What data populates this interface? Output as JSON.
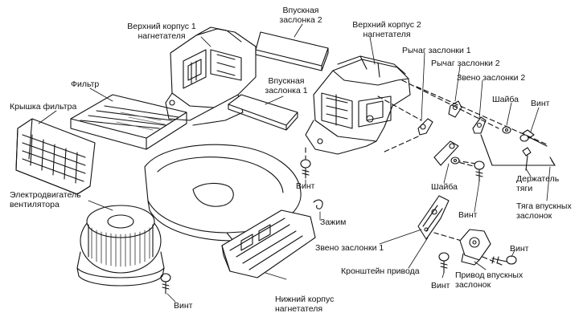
{
  "labels": {
    "upper_housing_1": "Верхний корпус 1\nнагнетателя",
    "intake_door_2": "Впускная\nзаслонка 2",
    "upper_housing_2": "Верхний корпус 2\nнагнетателя",
    "door_lever_1": "Рычаг заслонки 1",
    "door_lever_2": "Рычаг заслонки 2",
    "door_link_2": "Звено заслонки 2",
    "washer_top": "Шайба",
    "screw_top": "Винт",
    "filter": "Фильтр",
    "filter_cover": "Крышка фильтра",
    "intake_door_1": "Впускная\nзаслонка 1",
    "screw_mid": "Винт",
    "washer_mid": "Шайба",
    "screw_right": "Винт",
    "rod_holder": "Держатель\nтяги",
    "intake_doors_rod": "Тяга впускных\nзаслонок",
    "fan_motor": "Электродвигатель\nвентилятора",
    "clamp": "Зажим",
    "door_link_1": "Звено заслонки 1",
    "actuator_bracket": "Кронштейн привода",
    "screw_bracket": "Винт",
    "screw_actuator": "Винт",
    "intake_actuator": "Привод впускных\nзаслонок",
    "screw_bottom": "Винт",
    "lower_housing": "Нижний корпус\nнагнетателя"
  },
  "colors": {
    "ink": "#111111",
    "paper": "#ffffff",
    "shade": "#888888"
  }
}
